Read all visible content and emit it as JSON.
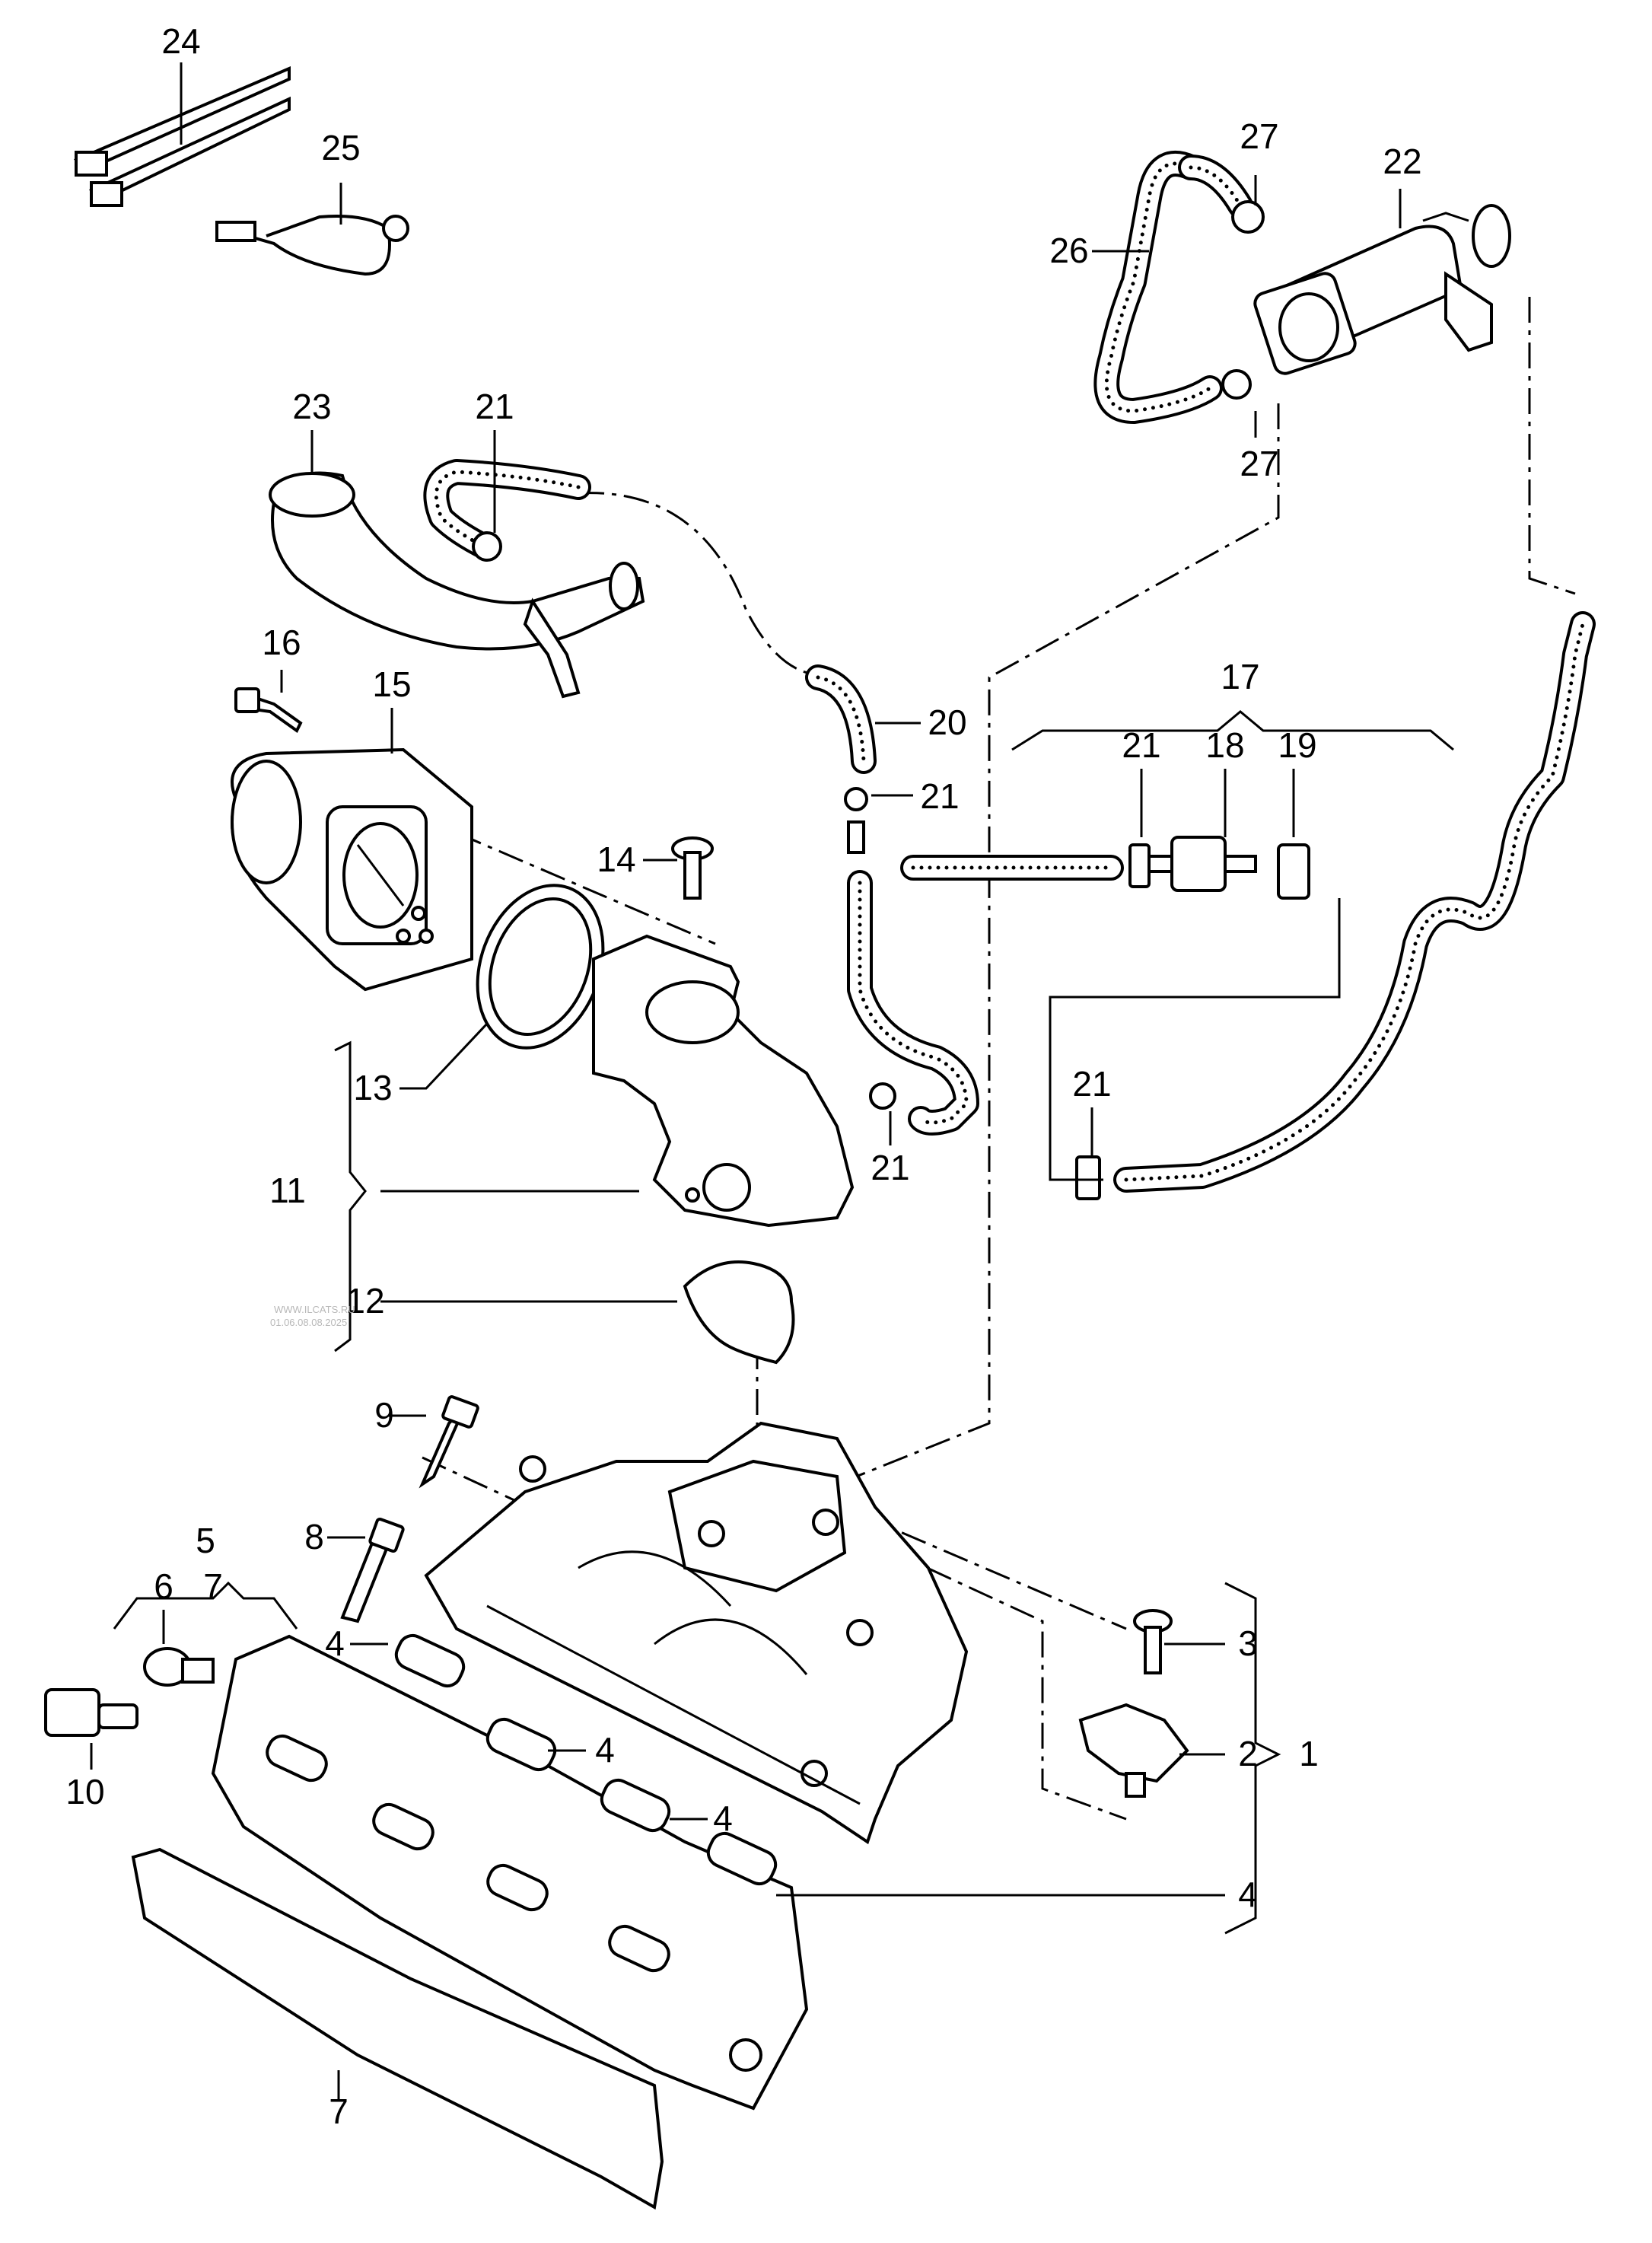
{
  "diagram": {
    "callouts": {
      "c1": "1",
      "c2": "2",
      "c3": "3",
      "c4a": "4",
      "c4b": "4",
      "c4c": "4",
      "c4d": "4",
      "c5": "5",
      "c6": "6",
      "c7a": "7",
      "c7b": "7",
      "c8": "8",
      "c9": "9",
      "c10": "10",
      "c11": "11",
      "c12": "12",
      "c13": "13",
      "c14": "14",
      "c15": "15",
      "c16": "16",
      "c17": "17",
      "c18": "18",
      "c19": "19",
      "c20": "20",
      "c21a": "21",
      "c21b": "21",
      "c21c": "21",
      "c21d": "21",
      "c21e": "21",
      "c22": "22",
      "c23": "23",
      "c24": "24",
      "c25": "25",
      "c26": "26",
      "c27a": "27",
      "c27b": "27"
    },
    "watermark": {
      "line1": "WWW.ILCATS.RU",
      "line2": "01.06.08.08.2025"
    }
  }
}
